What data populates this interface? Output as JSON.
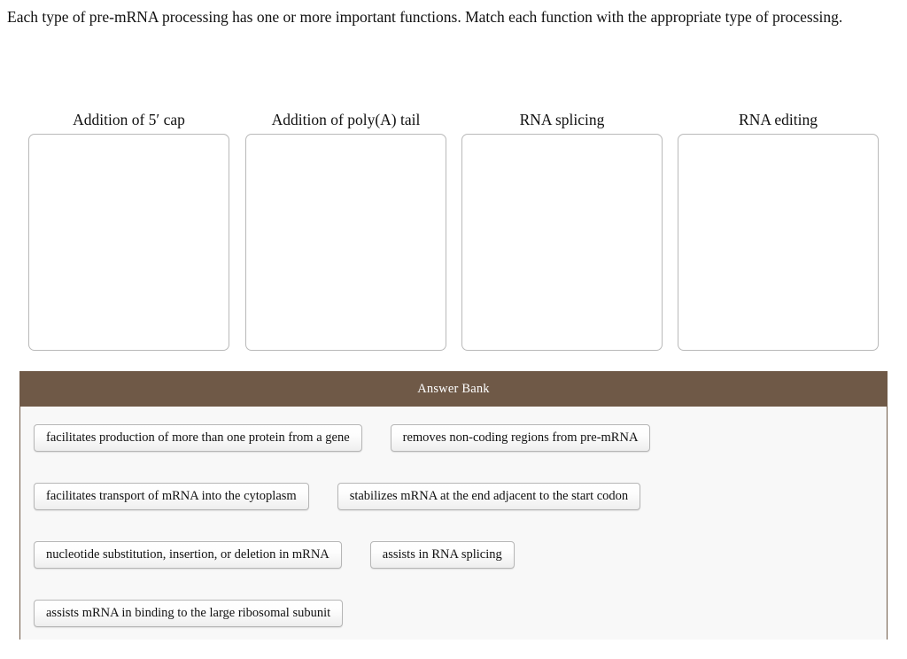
{
  "prompt": {
    "text": "Each type of pre-mRNA processing has one or more important functions. Match each function with the appropriate type of processing."
  },
  "columns": [
    {
      "title": "Addition of 5′ cap",
      "items": []
    },
    {
      "title": "Addition of poly(A) tail",
      "items": []
    },
    {
      "title": "RNA splicing",
      "items": []
    },
    {
      "title": "RNA editing",
      "items": []
    }
  ],
  "answer_bank": {
    "header_label": "Answer Bank",
    "header_color": "#6f5947",
    "body_color": "#f8f8f8",
    "rows": [
      [
        "facilitates production of more than one protein from a gene",
        "removes non-coding regions from pre-mRNA"
      ],
      [
        "facilitates transport of mRNA into the cytoplasm",
        "stabilizes mRNA at the end adjacent to the start codon"
      ],
      [
        "nucleotide substitution, insertion, or deletion in mRNA",
        "assists in RNA splicing"
      ],
      [
        "assists mRNA in binding to the large ribosomal subunit"
      ]
    ]
  }
}
